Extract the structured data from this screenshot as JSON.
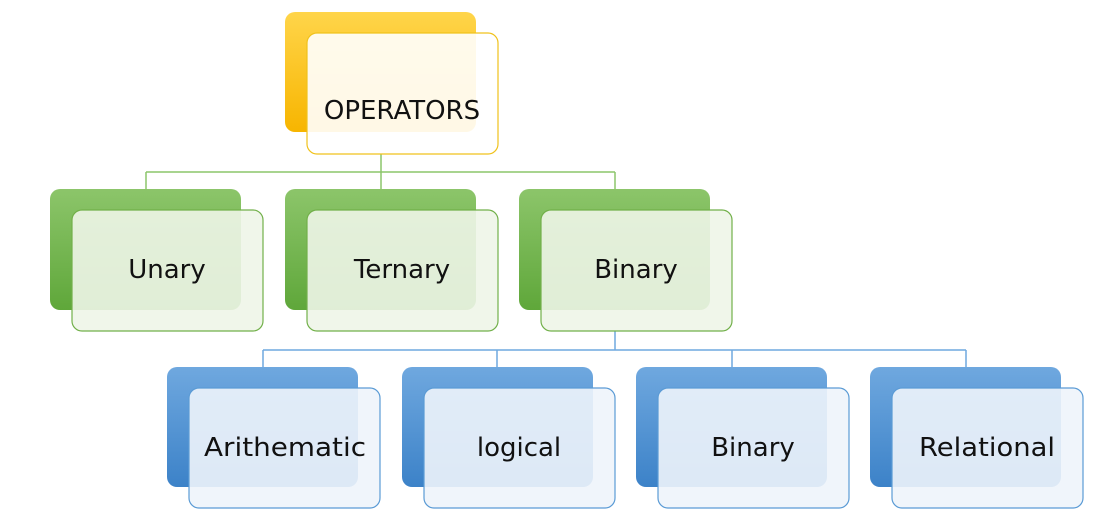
{
  "diagram": {
    "root": {
      "label": "OPERATORS"
    },
    "level1": [
      {
        "label": "Unary"
      },
      {
        "label": "Ternary"
      },
      {
        "label": "Binary"
      }
    ],
    "level2": [
      {
        "label": "Arithematic"
      },
      {
        "label": "logical"
      },
      {
        "label": "Binary"
      },
      {
        "label": "Relational"
      }
    ]
  },
  "colors": {
    "root_accent": "#f7b500",
    "root_accent_light": "#ffd54a",
    "root_border": "#f0c21c",
    "level1_accent": "#5fa73a",
    "level1_accent_light": "#8cc56a",
    "level1_border": "#72b04a",
    "level1_fill": "#eef5e8",
    "level2_accent": "#3c82c8",
    "level2_accent_light": "#6fa8df",
    "level2_border": "#5b9bd5",
    "level2_fill": "#eef4fb",
    "connector_root": "#8cc56a",
    "connector_binary": "#6fa8df"
  }
}
